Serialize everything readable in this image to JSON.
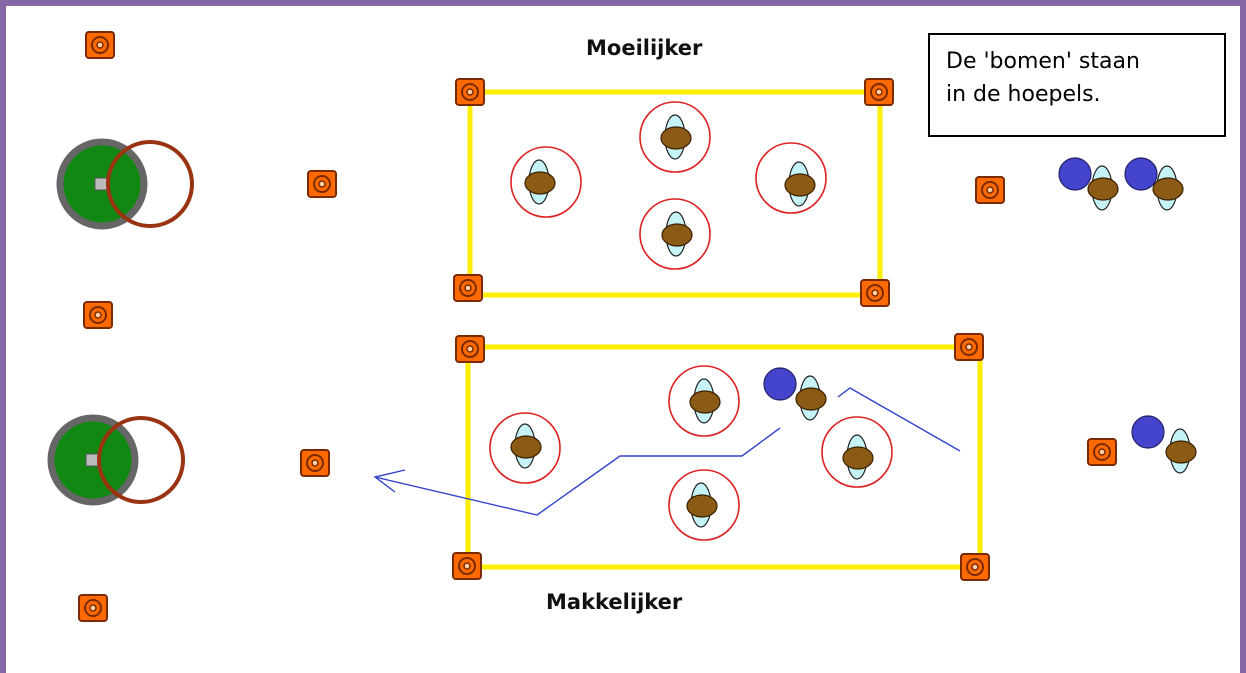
{
  "labels": {
    "top_field": "Moeilijker",
    "bottom_field": "Makkelijker"
  },
  "note": {
    "line1": "De 'bomen' staan",
    "line2": "in de hoepels."
  },
  "colors": {
    "frame": "#8468a6",
    "field_line": "#ffee00",
    "cone_fill": "#ff6a00",
    "cone_stroke": "#7a2a00",
    "hoop": "#dd2222",
    "tree_body": "#8b5a14",
    "tree_shadow": "#c6f3f6",
    "player_head": "#4444cc",
    "path_line": "#3344cc",
    "goal_fill": "#118811",
    "goal_rim": "#666666",
    "goal_hoop": "#993311"
  },
  "icons": {
    "cone": "cone-marker-icon",
    "tree": "tree-icon",
    "hoop": "hoop-icon",
    "player": "player-icon",
    "goal": "goal-target-icon"
  }
}
